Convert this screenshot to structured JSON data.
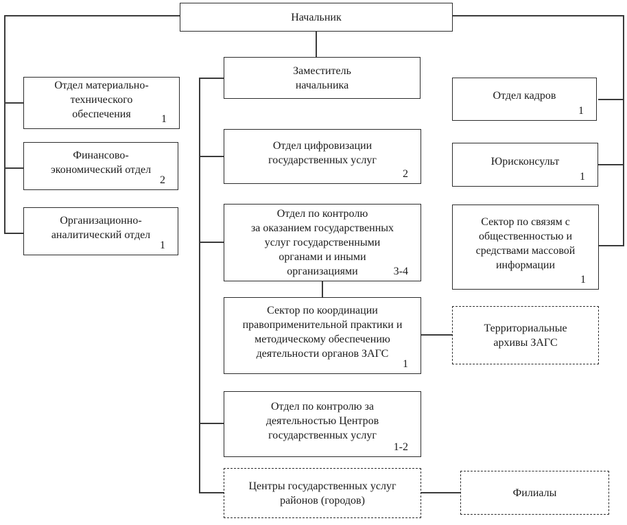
{
  "diagram": {
    "type": "org-chart",
    "colors": {
      "background": "#ffffff",
      "line": "#3a3a3a",
      "border_solid": "#2b2b2b",
      "text": "#1a1a1a"
    },
    "nodes": {
      "nachalnik": {
        "label": "Начальник"
      },
      "zam": {
        "label": "Заместитель\nначальника"
      },
      "mto": {
        "label": "Отдел материально-\nтехнического\nобеспечения",
        "count": "1"
      },
      "fin": {
        "label": "Финансово-\nэкономический отдел",
        "count": "2"
      },
      "org": {
        "label": "Организационно-\nаналитический отдел",
        "count": "1"
      },
      "cifr": {
        "label": "Отдел цифровизации\nгосударственных услуг",
        "count": "2"
      },
      "okaz": {
        "label": "Отдел по контролю\nза оказанием государственных\nуслуг государственными\nорганами и иными\nорганизациями",
        "count": "3-4"
      },
      "koord": {
        "label": "Сектор по координации\nправоприменительной практики и\nметодическому обеспечению\nдеятельности органов ЗАГС",
        "count": "1"
      },
      "centr_kontrol": {
        "label": "Отдел по контролю за\nдеятельностью Центров\nгосударственных услуг",
        "count": "1-2"
      },
      "centry": {
        "label": "Центры государственных услуг\nрайонов (городов)"
      },
      "kadry": {
        "label": "Отдел кадров",
        "count": "1"
      },
      "jurist": {
        "label": "Юрисконсульт",
        "count": "1"
      },
      "svyaz": {
        "label": "Сектор по связям с\nобщественностью и\nсредствами массовой\nинформации",
        "count": "1"
      },
      "arhiv": {
        "label": "Территориальные\nархивы ЗАГС"
      },
      "filialy": {
        "label": "Филиалы"
      }
    }
  }
}
